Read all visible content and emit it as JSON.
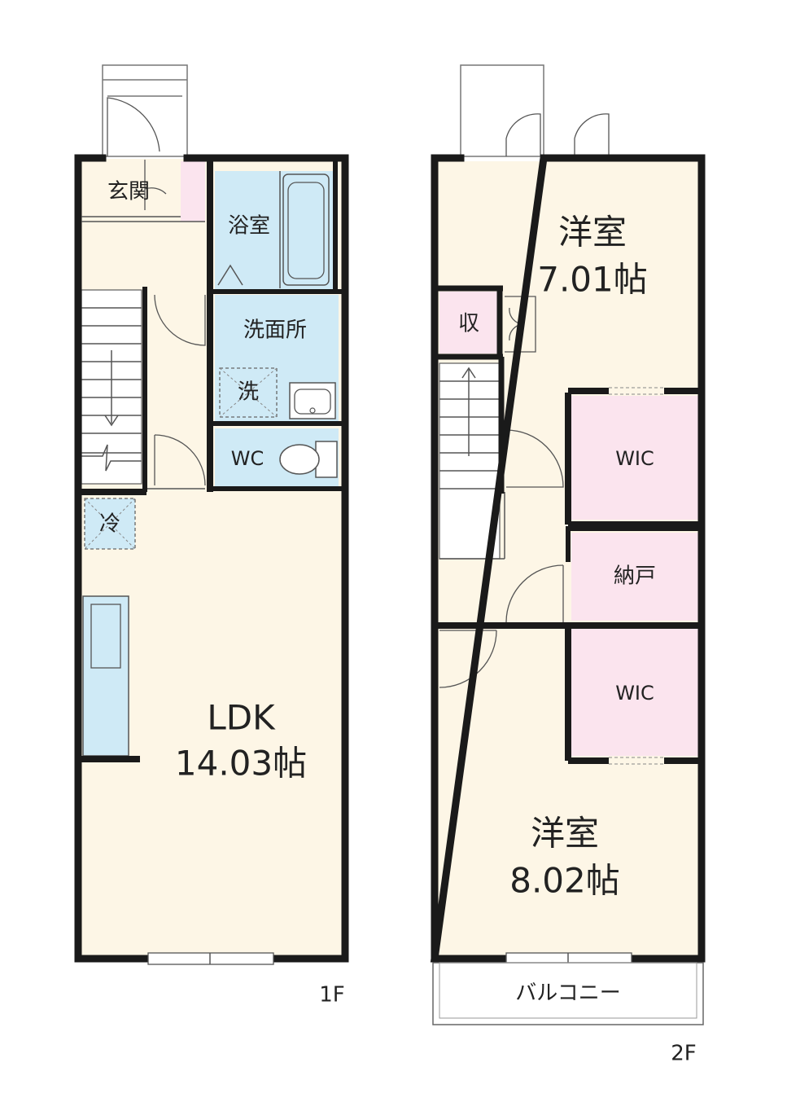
{
  "floor1": {
    "label": "1F",
    "rooms": {
      "entrance": "玄関",
      "bath": "浴室",
      "washroom": "洗面所",
      "washer": "洗",
      "wc": "WC",
      "fridge": "冷",
      "ldk_name": "LDK",
      "ldk_size": "14.03帖"
    }
  },
  "floor2": {
    "label": "2F",
    "rooms": {
      "bedroom1_name": "洋室",
      "bedroom1_size": "7.01帖",
      "storage": "収",
      "wic1": "WIC",
      "closet": "納戸",
      "wic2": "WIC",
      "bedroom2_name": "洋室",
      "bedroom2_size": "8.02帖",
      "balcony": "バルコニー"
    }
  },
  "colors": {
    "living": "#fdf6e6",
    "wet_area": "#cfeaf6",
    "closet": "#fbe4ee",
    "wall": "#1a1a1a"
  }
}
